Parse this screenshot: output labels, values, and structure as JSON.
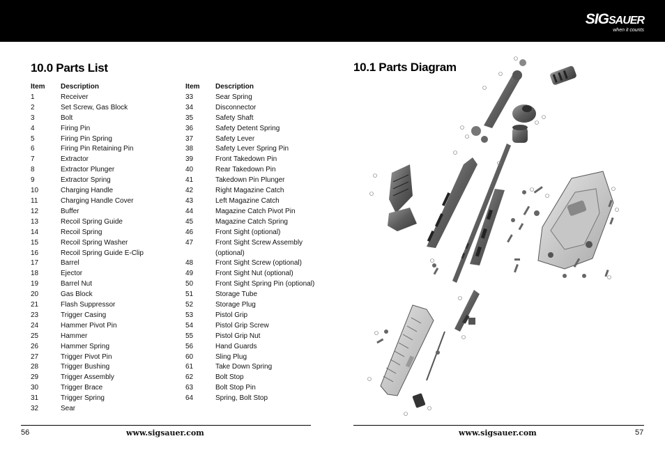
{
  "header": {
    "logo_main": "SIG",
    "logo_sub": "SAUER",
    "logo_tagline": "when it counts"
  },
  "left_page": {
    "title": "10.0 Parts List",
    "col_header_item": "Item",
    "col_header_desc": "Description",
    "parts_a": [
      {
        "num": "1",
        "desc": "Receiver"
      },
      {
        "num": "2",
        "desc": "Set Screw, Gas Block"
      },
      {
        "num": "3",
        "desc": "Bolt"
      },
      {
        "num": "4",
        "desc": "Firing Pin"
      },
      {
        "num": "5",
        "desc": "Firing Pin Spring"
      },
      {
        "num": "6",
        "desc": "Firing Pin Retaining Pin"
      },
      {
        "num": "7",
        "desc": "Extractor"
      },
      {
        "num": "8",
        "desc": "Extractor Plunger"
      },
      {
        "num": "9",
        "desc": "Extractor Spring"
      },
      {
        "num": "10",
        "desc": "Charging Handle"
      },
      {
        "num": "11",
        "desc": "Charging Handle Cover"
      },
      {
        "num": "12",
        "desc": "Buffer"
      },
      {
        "num": "13",
        "desc": "Recoil Spring Guide"
      },
      {
        "num": "14",
        "desc": "Recoil Spring"
      },
      {
        "num": "15",
        "desc": "Recoil Spring Washer"
      },
      {
        "num": "16",
        "desc": "Recoil Spring Guide E-Clip"
      },
      {
        "num": "17",
        "desc": "Barrel"
      },
      {
        "num": "18",
        "desc": "Ejector"
      },
      {
        "num": "19",
        "desc": "Barrel Nut"
      },
      {
        "num": "20",
        "desc": "Gas Block"
      },
      {
        "num": "21",
        "desc": "Flash Suppressor"
      },
      {
        "num": "23",
        "desc": "Trigger Casing"
      },
      {
        "num": "24",
        "desc": "Hammer Pivot Pin"
      },
      {
        "num": "25",
        "desc": "Hammer"
      },
      {
        "num": "26",
        "desc": "Hammer Spring"
      },
      {
        "num": "27",
        "desc": "Trigger Pivot Pin"
      },
      {
        "num": "28",
        "desc": "Trigger Bushing"
      },
      {
        "num": "29",
        "desc": "Trigger Assembly"
      },
      {
        "num": "30",
        "desc": "Trigger Brace"
      },
      {
        "num": "31",
        "desc": "Trigger Spring"
      },
      {
        "num": "32",
        "desc": "Sear"
      }
    ],
    "parts_b": [
      {
        "num": "33",
        "desc": "Sear Spring"
      },
      {
        "num": "34",
        "desc": "Disconnector"
      },
      {
        "num": "35",
        "desc": "Safety Shaft"
      },
      {
        "num": "36",
        "desc": "Safety Detent Spring"
      },
      {
        "num": "37",
        "desc": "Safety Lever"
      },
      {
        "num": "38",
        "desc": "Safety Lever Spring Pin"
      },
      {
        "num": "39",
        "desc": "Front Takedown Pin"
      },
      {
        "num": "40",
        "desc": "Rear Takedown Pin"
      },
      {
        "num": "41",
        "desc": "Takedown Pin Plunger"
      },
      {
        "num": "42",
        "desc": "Right Magazine Catch"
      },
      {
        "num": "43",
        "desc": "Left Magazine Catch"
      },
      {
        "num": "44",
        "desc": "Magazine Catch Pivot Pin"
      },
      {
        "num": "45",
        "desc": "Magazine Catch Spring"
      },
      {
        "num": "46",
        "desc": "Front Sight (optional)"
      },
      {
        "num": "47",
        "desc": "Front Sight Screw Assembly"
      },
      {
        "num": "",
        "desc": "(optional)"
      },
      {
        "num": "48",
        "desc": "Front Sight Screw (optional)"
      },
      {
        "num": "49",
        "desc": "Front Sight Nut (optional)"
      },
      {
        "num": "50",
        "desc": "Front Sight Spring Pin (optional)"
      },
      {
        "num": "51",
        "desc": "Storage Tube"
      },
      {
        "num": "52",
        "desc": "Storage Plug"
      },
      {
        "num": "53",
        "desc": "Pistol Grip"
      },
      {
        "num": "54",
        "desc": "Pistol Grip Screw"
      },
      {
        "num": "55",
        "desc": "Pistol Grip Nut"
      },
      {
        "num": "56",
        "desc": "Hand Guards"
      },
      {
        "num": "60",
        "desc": "Sling Plug"
      },
      {
        "num": "61",
        "desc": "Take Down Spring"
      },
      {
        "num": "62",
        "desc": "Bolt Stop"
      },
      {
        "num": "63",
        "desc": "Bolt Stop Pin"
      },
      {
        "num": "64",
        "desc": "Spring, Bolt Stop"
      }
    ],
    "page_number": "56",
    "url": "www.sigsauer.com"
  },
  "right_page": {
    "title": "10.1 Parts Diagram",
    "page_number": "57",
    "url": "www.sigsauer.com"
  }
}
